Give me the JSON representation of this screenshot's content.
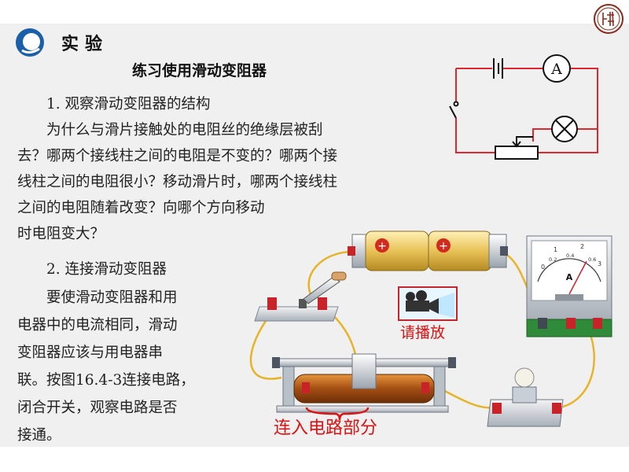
{
  "header": {
    "section_title": "实验",
    "subtitle": "练习使用滑动变阻器"
  },
  "lines": [
    "　　1. 观察滑动变阻器的结构",
    "　　为什么与滑片接触处的电阻丝的绝缘层被刮",
    "去？哪两个接线柱之间的电阻是不变的？哪两个接",
    "线柱之间的电阻很小？移动滑片时，哪两个接线柱",
    "之间的电阻随着改变？向哪个方向移动",
    "时电阻变大？",
    "　　2. 连接滑动变阻器",
    "　　要使滑动变阻器和用",
    "电器中的电流相同，滑动",
    "变阻器应该与用电器串",
    "联。按图16.4-3连接电路，",
    "闭合开关，观察电路是否",
    "接通。"
  ],
  "schematic": {
    "ammeter_symbol": "A"
  },
  "ammeter_scale": {
    "ticks": [
      "0",
      "1",
      "2",
      "3"
    ],
    "minor": [
      "0.2",
      "0.4",
      "0.6"
    ],
    "unit": "A"
  },
  "media": {
    "play_label": "请播放",
    "play_icon": "movie-camera-icon"
  },
  "annotation": {
    "connected_part_label": "连入电路部分"
  },
  "colors": {
    "wire_red": "#e0262e",
    "label_red": "#dd1111",
    "wire_yellow": "#e6b428"
  }
}
